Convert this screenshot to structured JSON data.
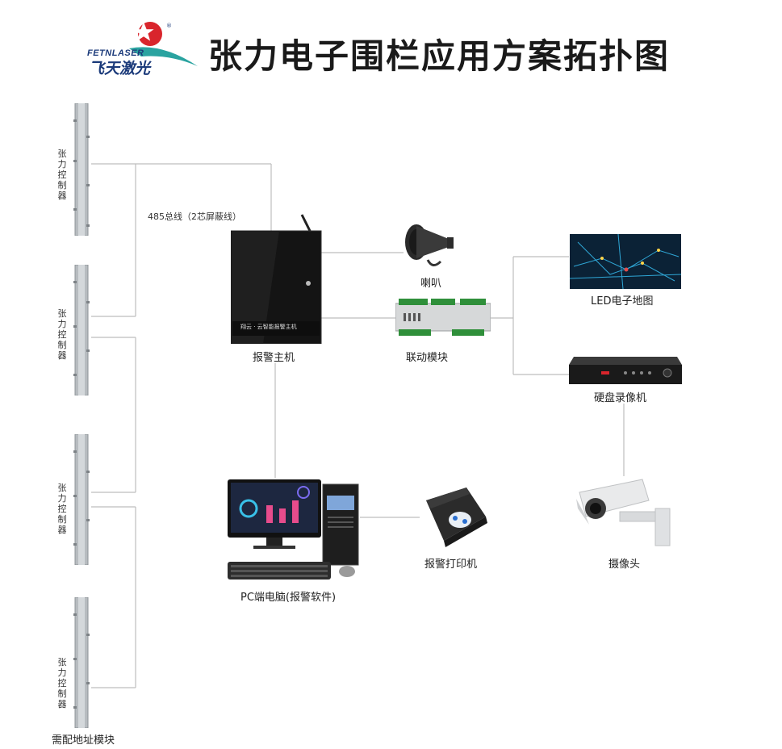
{
  "header": {
    "title": "张力电子围栏应用方案拓扑图",
    "logo_en": "FETNLASER",
    "logo_cn": "飞天激光"
  },
  "bus_label": "485总线（2芯屏蔽线）",
  "tension_controllers": [
    {
      "label": "张力控制器"
    },
    {
      "label": "张力控制器"
    },
    {
      "label": "张力控制器"
    },
    {
      "label": "张力控制器"
    }
  ],
  "address_module_note": "需配地址模块",
  "devices": {
    "alarm_host": {
      "label": "报警主机",
      "panel_text": "翔云 · 云智能报警主机"
    },
    "speaker": {
      "label": "喇叭"
    },
    "linkage_module": {
      "label": "联动模块"
    },
    "led_map": {
      "label": "LED电子地图"
    },
    "nvr": {
      "label": "硬盘录像机"
    },
    "pc": {
      "label": "PC端电脑(报警软件)"
    },
    "printer": {
      "label": "报警打印机"
    },
    "camera": {
      "label": "摄像头"
    }
  },
  "colors": {
    "brand_blue": "#1b3a7a",
    "brand_red": "#d9252c",
    "brand_teal": "#2aa3a0",
    "line_gray": "#bdbdbd"
  }
}
